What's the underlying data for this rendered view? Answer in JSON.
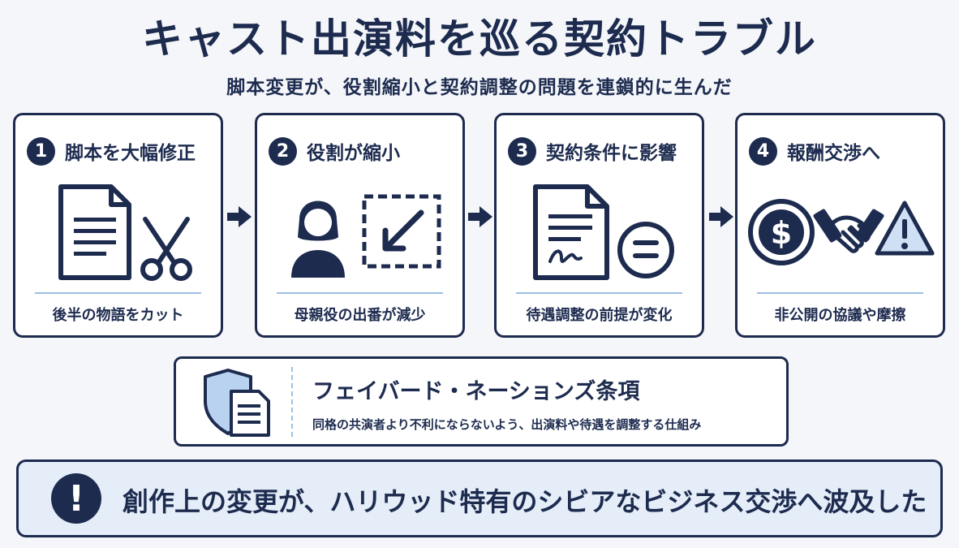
{
  "title": "キャスト出演料を巡る契約トラブル",
  "subtitle": "脚本変更が、役割縮小と契約調整の問題を連鎖的に生んだ",
  "steps": [
    {
      "num": "1",
      "title": "脚本を大幅修正",
      "caption": "後半の物語をカット",
      "icons": [
        "document-icon",
        "scissors-icon"
      ]
    },
    {
      "num": "2",
      "title": "役割が縮小",
      "caption": "母親役の出番が減少",
      "icons": [
        "person-icon",
        "shrink-icon"
      ]
    },
    {
      "num": "3",
      "title": "契約条件に影響",
      "caption": "待遇調整の前提が変化",
      "icons": [
        "contract-icon",
        "equal-icon"
      ]
    },
    {
      "num": "4",
      "title": "報酬交渉へ",
      "caption": "非公開の協議や摩擦",
      "icons": [
        "dollar-icon",
        "handshake-icon",
        "warning-icon"
      ]
    }
  ],
  "clause": {
    "title": "フェイバード・ネーションズ条項",
    "description": "同格の共演者より不利にならないよう、出演料や待遇を調整する仕組み",
    "icon": "shield-document-icon"
  },
  "banner": {
    "icon": "exclamation-icon",
    "text": "創作上の変更が、ハリウッド特有のシビアなビジネス交渉へ波及した"
  },
  "colors": {
    "navy": "#1d2b4f",
    "light_blue": "#9cc0e6",
    "pale_blue": "#e4edf8",
    "background": "#f4f6f9"
  }
}
